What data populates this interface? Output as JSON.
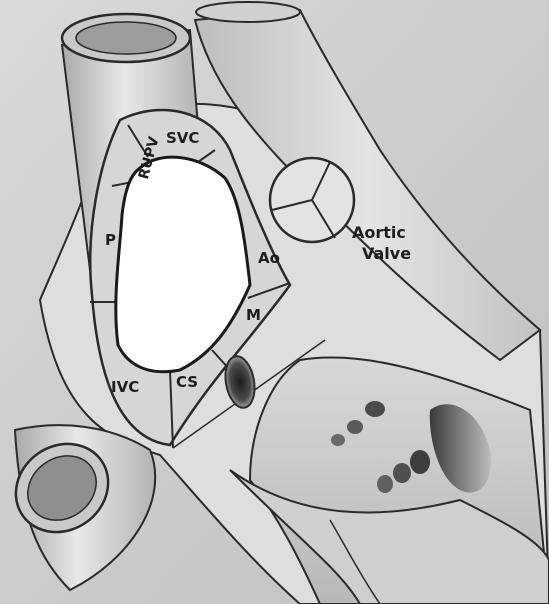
{
  "labels": {
    "svc": "SVC",
    "rupv": "RUPV",
    "p": "P",
    "ao": "Ao",
    "m": "M",
    "ivc": "IVC",
    "cs": "CS",
    "aortic_valve_line1": "Aortic",
    "aortic_valve_line2": "Valve"
  },
  "colors": {
    "background": "#ffffff",
    "tissue_light": "#e6e6e6",
    "tissue_mid": "#cfcfcf",
    "tissue_dark": "#7a7a7a",
    "outline": "#2a2a2a",
    "defect_fill": "#ffffff"
  }
}
